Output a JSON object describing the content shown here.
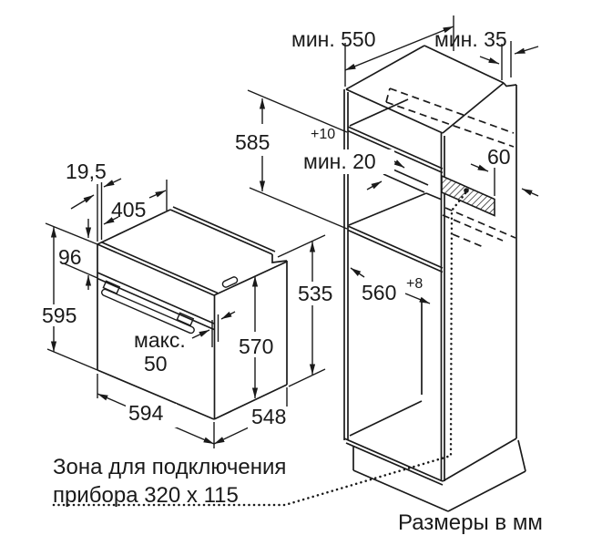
{
  "diagram": {
    "background": "#ffffff",
    "line_color": "#1a1a1a",
    "oven": {
      "frame_offset": "19,5",
      "top_depth": "405",
      "panel_height": "96",
      "height": "595",
      "width": "594",
      "door_protrusion_label": "макс.",
      "door_protrusion_value": "50",
      "side_height": "570",
      "depth": "548",
      "rear_height": "535"
    },
    "cabinet": {
      "min_depth": "мин. 550",
      "min_rear_gap": "мин. 35",
      "niche_height": "585",
      "niche_height_tolerance": "+10",
      "min_shelf_gap": "мин. 20",
      "connection_zone_offset": "60",
      "niche_width": "560",
      "niche_width_tolerance": "+8"
    },
    "notes": {
      "connection_zone_line1": "Зона для подключения",
      "connection_zone_line2": "прибора 320 x 115",
      "units": "Размеры в мм"
    }
  }
}
